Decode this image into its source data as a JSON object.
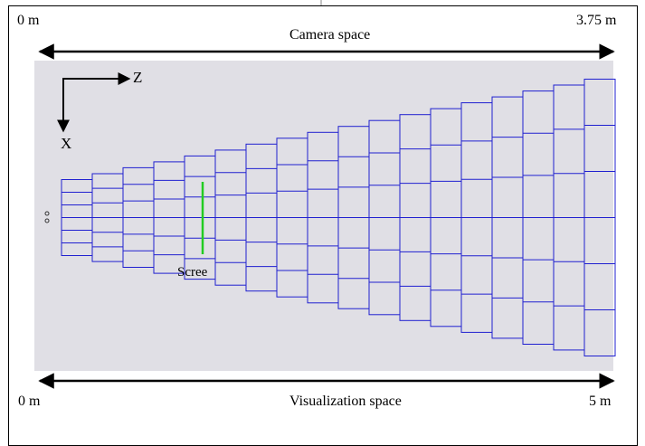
{
  "labels": {
    "camera_start": "0 m",
    "camera_end": "3.75 m",
    "camera_title": "Camera space",
    "vis_start": "0 m",
    "vis_end": "5 m",
    "vis_title": "Visualization space",
    "axis_z": "Z",
    "axis_x": "X",
    "screen": "Scree"
  },
  "colors": {
    "background_panel": "#e0dfe5",
    "grid": "#2020d0",
    "screen_line": "#22cc22",
    "arrows": "#000000"
  }
}
